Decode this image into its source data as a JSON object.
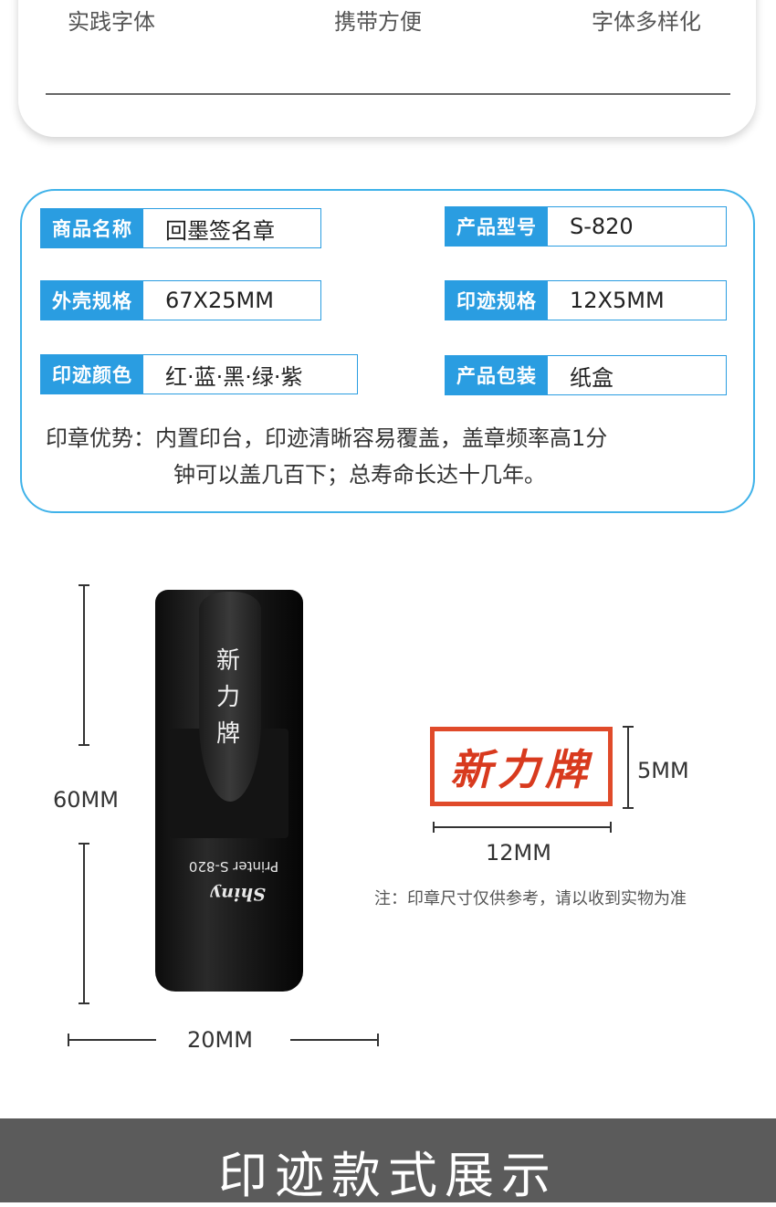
{
  "features": [
    "实践字体",
    "携带方便",
    "字体多样化"
  ],
  "specs": [
    {
      "label": "商品名称",
      "value": "回墨签名章"
    },
    {
      "label": "产品型号",
      "value": "S-820"
    },
    {
      "label": "外壳规格",
      "value": "67X25MM"
    },
    {
      "label": "印迹规格",
      "value": "12X5MM"
    },
    {
      "label": "印迹颜色",
      "value": "红·蓝·黑·绿·紫"
    },
    {
      "label": "产品包装",
      "value": "纸盒"
    }
  ],
  "advantage": {
    "line1": "印章优势：内置印台，印迹清晰容易覆盖，盖章频率高1分",
    "line2": "钟可以盖几百下；总寿命长达十几年。"
  },
  "product": {
    "height_label": "60MM",
    "width_label": "20MM",
    "brand_text": "新力牌",
    "model_text": "Printer S-820",
    "logo_text": "Shiny"
  },
  "impression": {
    "text": "新力牌",
    "height_label": "5MM",
    "width_label": "12MM",
    "color": "#e04a2a"
  },
  "note": "注：印章尺寸仅供参考，请以收到实物为准",
  "banner_title": "印迹款式展示",
  "colors": {
    "accent": "#2a9de1",
    "banner": "#5b5b5b"
  }
}
